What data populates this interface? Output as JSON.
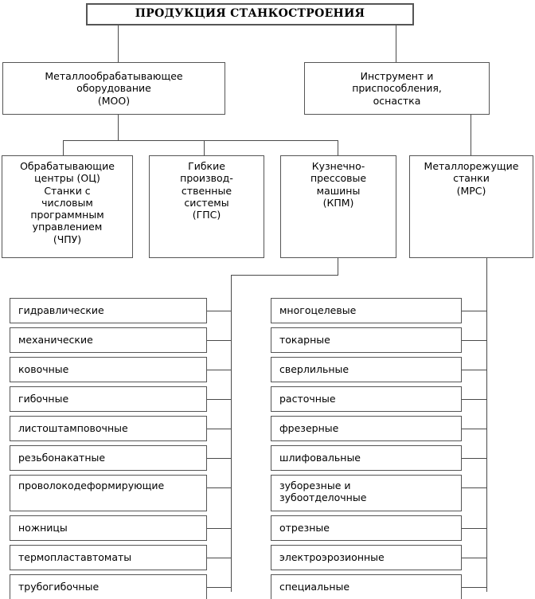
{
  "diagram": {
    "title": "ПРОДУКЦИЯ СТАНКОСТРОЕНИЯ",
    "language": "ru",
    "type": "hierarchical-tree",
    "colors": {
      "background": "#ffffff",
      "border": "#555555",
      "connector": "#4a4a4a",
      "text": "#000000"
    }
  },
  "root": {
    "label": "ПРОДУКЦИЯ СТАНКОСТРОЕНИЯ"
  },
  "level2": [
    {
      "label": "Металлообрабатывающее\nоборудование\n(МОО)",
      "abbr": "МОО"
    },
    {
      "label": "Инструмент и\nприспособления,\nоснастка",
      "abbr": ""
    }
  ],
  "level3": [
    {
      "label": "Обрабатывающие\nцентры (ОЦ)\nСтанки с\nчисловым\nпрограммным\nуправлением\n(ЧПУ)",
      "abbr": "ОЦ / ЧПУ"
    },
    {
      "label": "Гибкие\nпроизвод-\nственные\nсистемы\n(ГПС)",
      "abbr": "ГПС"
    },
    {
      "label": "Кузнечно-\nпрессовые\nмашины\n(КПМ)",
      "abbr": "КПМ"
    },
    {
      "label": "Металлорежущие\nстанки\n(МРС)",
      "abbr": "МРС"
    }
  ],
  "kpm_items": [
    {
      "label": "гидравлические",
      "tall": false
    },
    {
      "label": "механические",
      "tall": false
    },
    {
      "label": "ковочные",
      "tall": false
    },
    {
      "label": "гибочные",
      "tall": false
    },
    {
      "label": "листоштамповочные",
      "tall": false
    },
    {
      "label": "резьбонакатные",
      "tall": false
    },
    {
      "label": "проволокодеформирующие",
      "tall": true
    },
    {
      "label": "ножницы",
      "tall": false
    },
    {
      "label": "термопластавтоматы",
      "tall": false
    },
    {
      "label": "трубогибочные",
      "tall": false
    }
  ],
  "mrs_items": [
    {
      "label": "многоцелевые",
      "tall": false
    },
    {
      "label": "токарные",
      "tall": false
    },
    {
      "label": "сверлильные",
      "tall": false
    },
    {
      "label": "расточные",
      "tall": false
    },
    {
      "label": "фрезерные",
      "tall": false
    },
    {
      "label": "шлифовальные",
      "tall": false
    },
    {
      "label": "зуборезные и\nзубоотделочные",
      "tall": true
    },
    {
      "label": "отрезные",
      "tall": false
    },
    {
      "label": "электроэрозионные",
      "tall": false
    },
    {
      "label": "специальные",
      "tall": false
    }
  ]
}
